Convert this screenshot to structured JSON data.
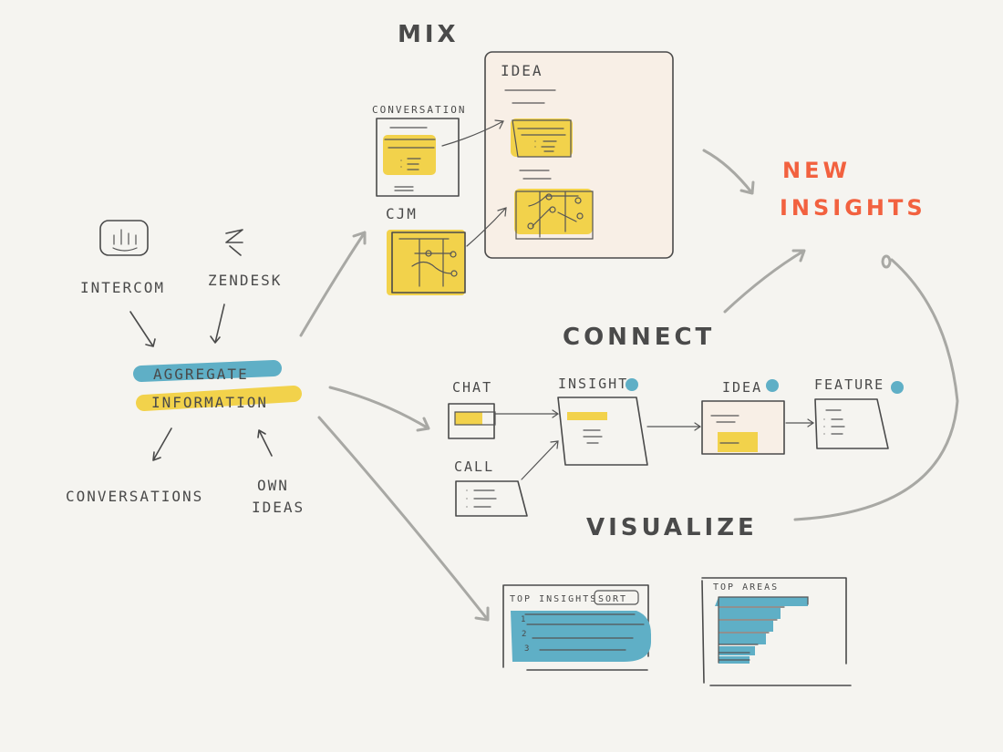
{
  "colors": {
    "background": "#f5f4f0",
    "ink": "#4a4a4a",
    "yellow": "#f2d24b",
    "blue": "#5fafc6",
    "accent": "#f2613f",
    "idea_fill": "#f8efe6"
  },
  "sources": {
    "intercom": "INTERCOM",
    "zendesk": "ZENDESK",
    "conversations": "CONVERSATIONS",
    "own_ideas_1": "OWN",
    "own_ideas_2": "IDEAS"
  },
  "aggregate": {
    "line1": "AGGREGATE",
    "line2": "INFORMATION"
  },
  "mix": {
    "title": "MIX",
    "conversation": "CONVERSATION",
    "cjm": "CJM",
    "idea": "IDEA"
  },
  "result": {
    "line1": "NEW",
    "line2": "INSIGHTS"
  },
  "connect": {
    "title": "CONNECT",
    "chat": "CHAT",
    "call": "CALL",
    "insight": "INSIGHT",
    "idea": "IDEA",
    "feature": "FEATURE"
  },
  "visualize": {
    "title": "VISUALIZE",
    "top_insights": "TOP INSIGHTS",
    "sort": "SORT",
    "ranks": [
      "1",
      "2",
      "3"
    ],
    "top_areas": "TOP AREAS"
  }
}
